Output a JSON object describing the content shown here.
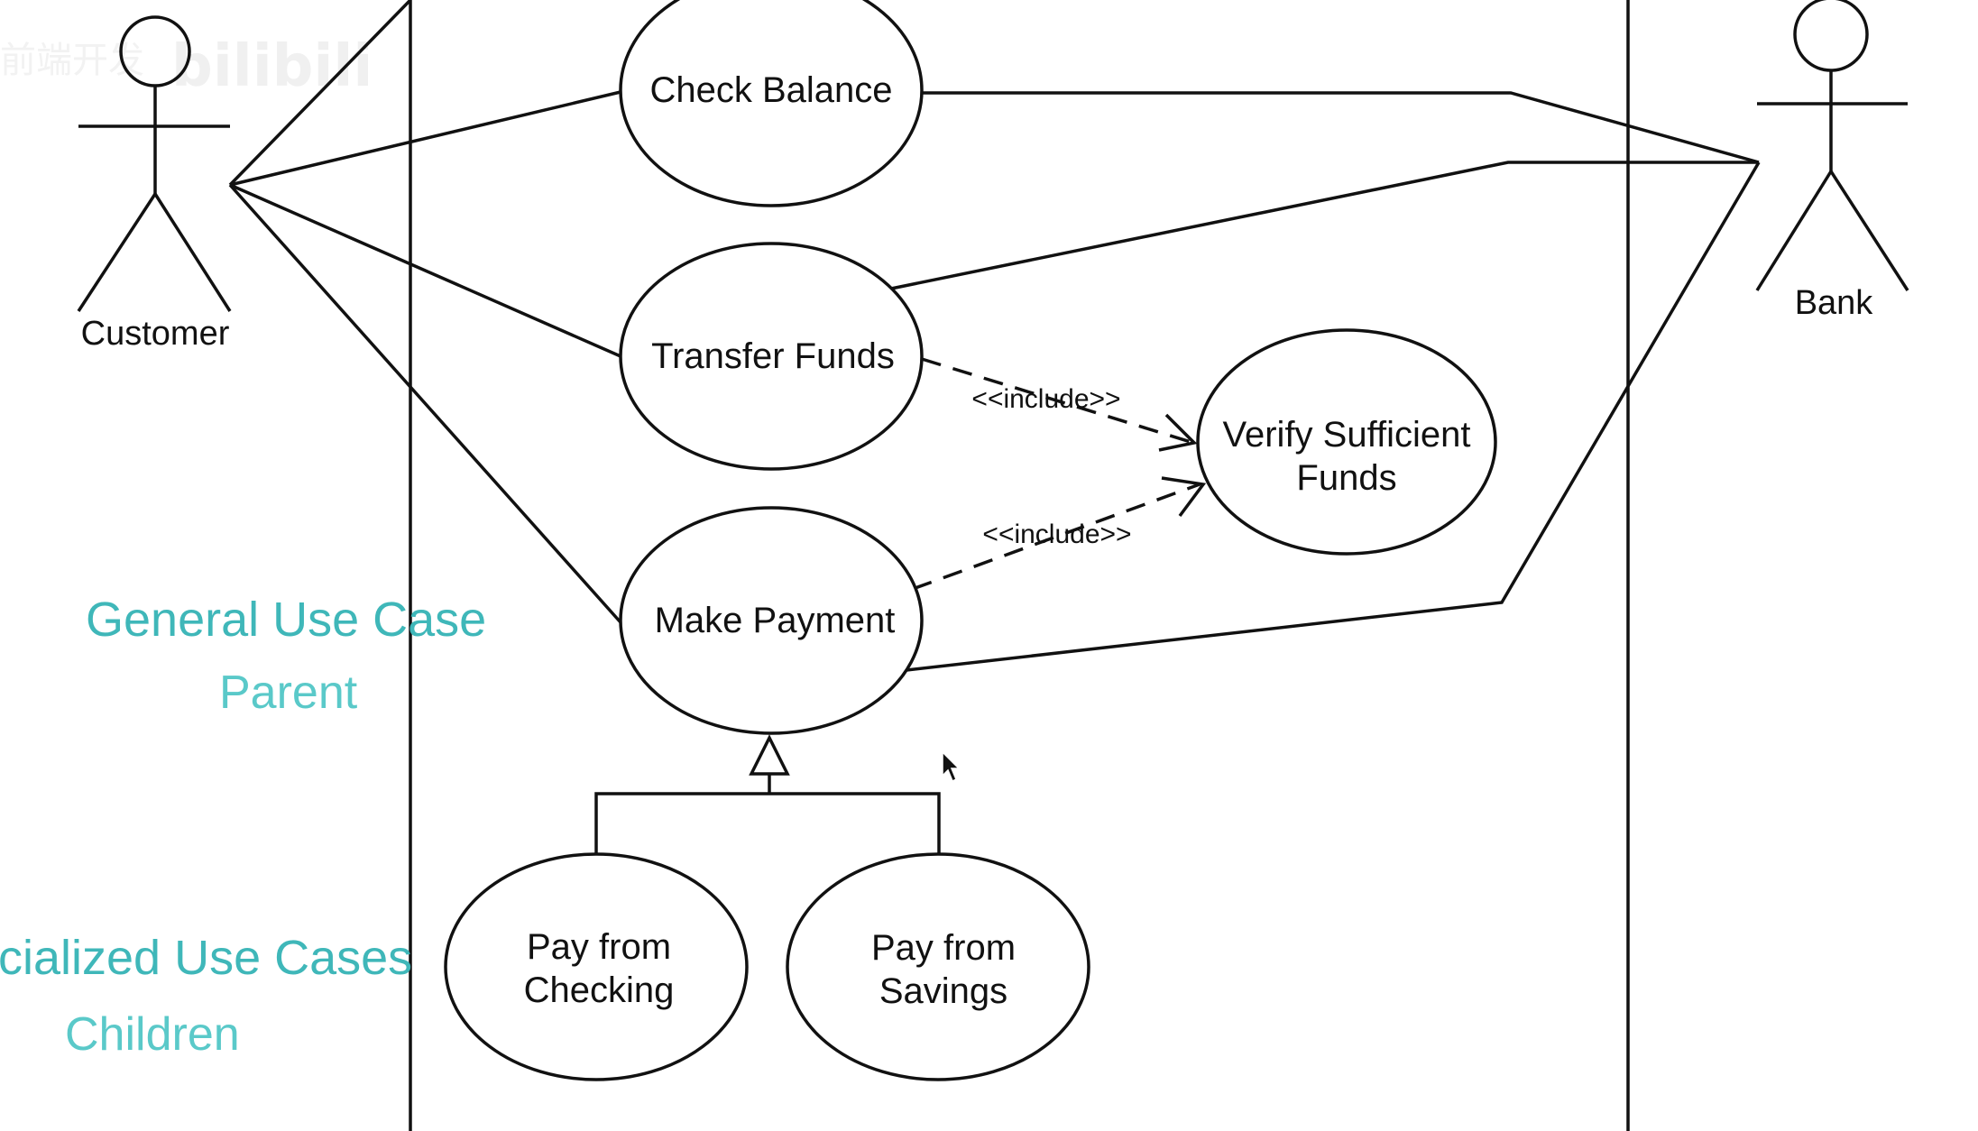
{
  "watermark": {
    "logo_text": "bilibili",
    "small_text": "前端开发"
  },
  "actors": {
    "customer": {
      "label": "Customer"
    },
    "bank": {
      "label": "Bank"
    }
  },
  "use_cases": {
    "check_balance": {
      "line1": "Check Balance"
    },
    "transfer_funds": {
      "line1": "Transfer Funds"
    },
    "make_payment": {
      "line1": "Make Payment"
    },
    "verify_funds": {
      "line1": "Verify Sufficient",
      "line2": "Funds"
    },
    "pay_checking": {
      "line1": "Pay from",
      "line2": "Checking"
    },
    "pay_savings": {
      "line1": "Pay from",
      "line2": "Savings"
    }
  },
  "relationships": {
    "include_1": "<<include>>",
    "include_2": "<<include>>"
  },
  "annotations": {
    "general": {
      "title": "General Use Case",
      "subtitle": "Parent"
    },
    "specialized": {
      "title": "cialized Use Cases",
      "subtitle": "Children"
    }
  },
  "colors": {
    "annotation": "#3fb7b9",
    "line": "#111111"
  }
}
